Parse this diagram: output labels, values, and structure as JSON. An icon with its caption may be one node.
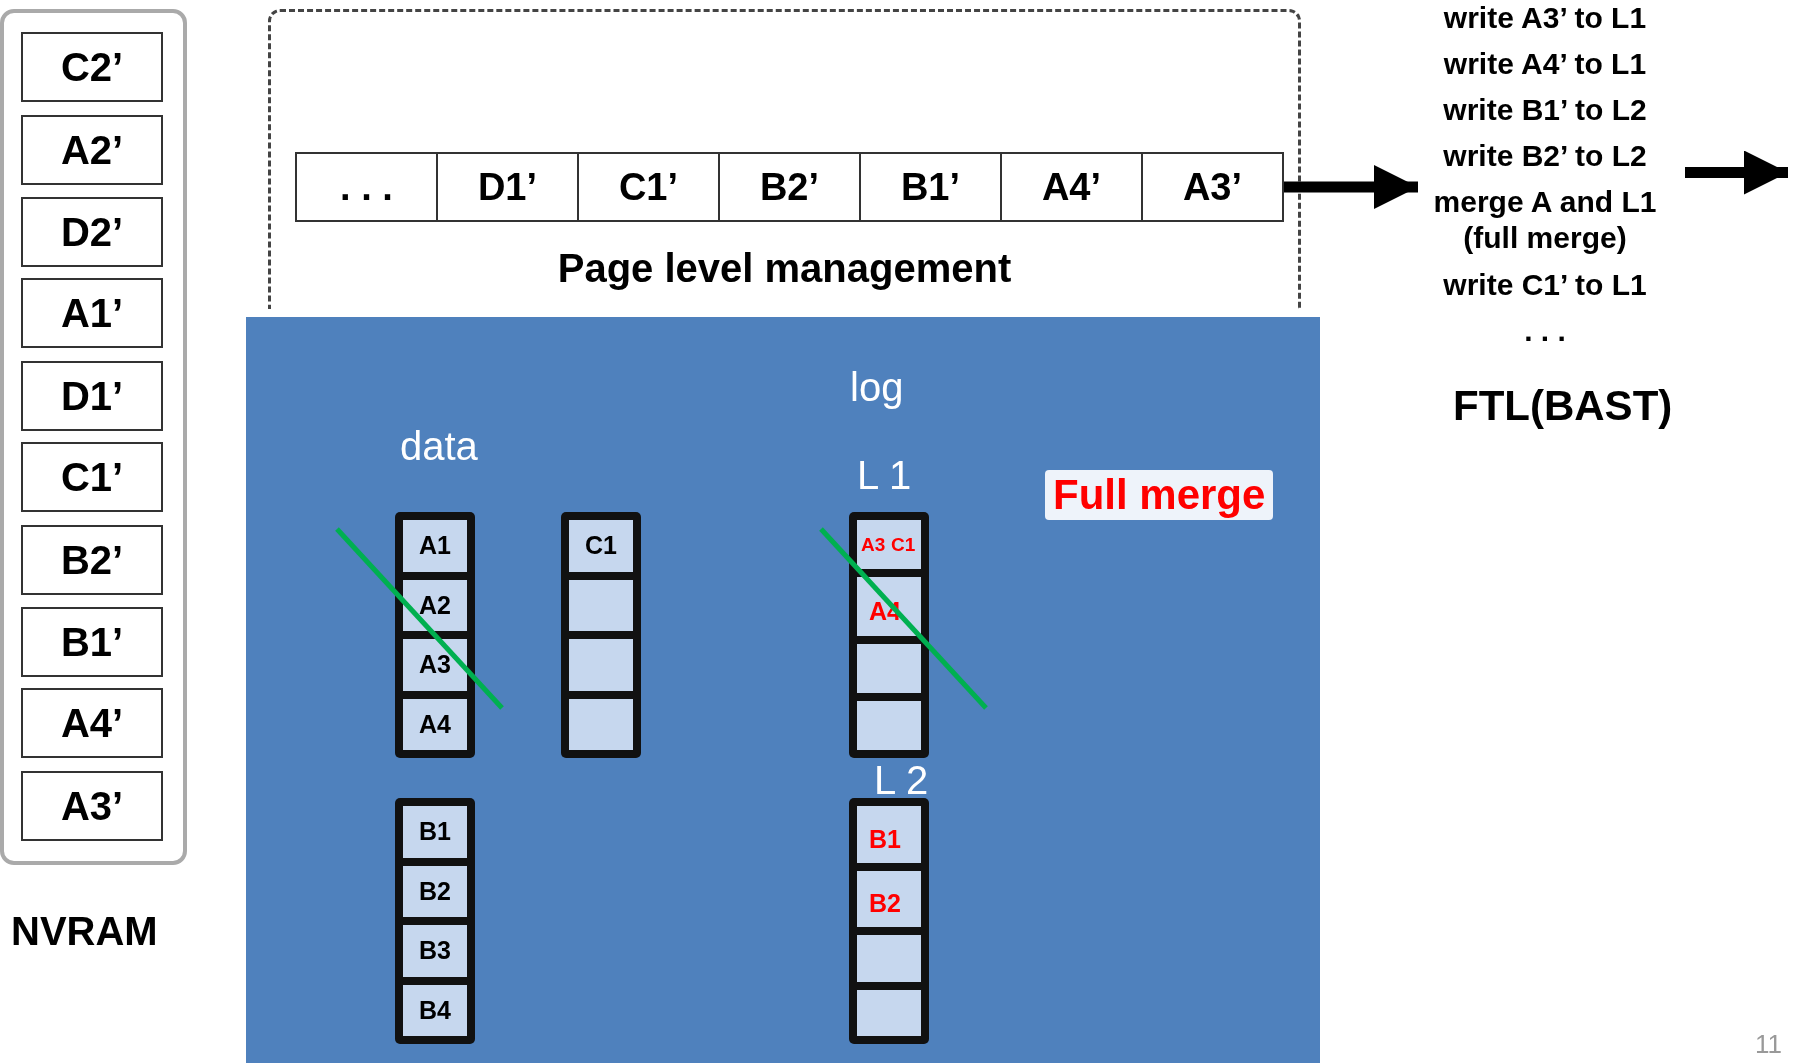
{
  "diagram": {
    "nodes": [
      {
        "text": [
          "NVRAM"
        ]
      },
      {
        "text": [
          "C2’"
        ],
        "in": 0
      },
      {
        "text": [
          "A2’"
        ],
        "in": 0
      },
      {
        "text": [
          "D2’"
        ],
        "in": 0
      },
      {
        "text": [
          "A1’"
        ],
        "in": 0
      },
      {
        "text": [
          "D1’"
        ],
        "in": 0
      },
      {
        "text": [
          "C1’"
        ],
        "in": 0
      },
      {
        "text": [
          "B2’"
        ],
        "in": 0
      },
      {
        "text": [
          "B1’"
        ],
        "in": 0
      },
      {
        "text": [
          "A4’"
        ],
        "in": 0
      },
      {
        "text": [
          "A3’"
        ],
        "in": 0
      },
      {
        "text": [
          "Page level management"
        ]
      },
      {
        "text": [
          ". . ."
        ],
        "in": 11
      },
      {
        "text": [
          "D1’"
        ],
        "in": 11
      },
      {
        "text": [
          "C1’"
        ],
        "in": 11
      },
      {
        "text": [
          "B2’"
        ],
        "in": 11
      },
      {
        "text": [
          "B1’"
        ],
        "in": 11
      },
      {
        "text": [
          "A4’"
        ],
        "in": 11
      },
      {
        "text": [
          "A3’"
        ],
        "in": 11
      },
      {
        "text": [
          "write A3’ to L1",
          "write A4’ to L1",
          "write B1’ to L2",
          "write B2’ to L2",
          "merge A and L1 (full merge)",
          "write C1’ to L1",
          ". . ."
        ]
      },
      {
        "text": [],
        "shape": "box"
      },
      {
        "text": [],
        "shape": "box",
        "in": 20
      },
      {
        "text": [
          "A1"
        ],
        "in": 21
      },
      {
        "text": [
          "A2"
        ],
        "in": 21
      },
      {
        "text": [
          "A3"
        ],
        "in": 21
      },
      {
        "text": [
          "A4"
        ],
        "in": 21
      },
      {
        "text": [],
        "shape": "box",
        "in": 20
      },
      {
        "text": [
          "C1"
        ],
        "in": 26
      },
      {
        "text": [],
        "shape": "box",
        "in": 26
      },
      {
        "text": [],
        "shape": "box",
        "in": 26
      },
      {
        "text": [],
        "shape": "box",
        "in": 26
      },
      {
        "text": [],
        "shape": "box",
        "in": 20
      },
      {
        "text": [
          "A3",
          "C1"
        ],
        "in": 31
      },
      {
        "text": [
          "A4"
        ],
        "in": 31
      },
      {
        "text": [],
        "shape": "box",
        "in": 31
      },
      {
        "text": [],
        "shape": "box",
        "in": 31
      },
      {
        "text": [],
        "shape": "box",
        "in": 20
      },
      {
        "text": [
          "B1"
        ],
        "in": 36
      },
      {
        "text": [
          "B2"
        ],
        "in": 36
      },
      {
        "text": [
          "B3"
        ],
        "in": 36
      },
      {
        "text": [
          "B4"
        ],
        "in": 36
      },
      {
        "text": [],
        "shape": "box",
        "in": 20
      },
      {
        "text": [
          "B1"
        ],
        "in": 41
      },
      {
        "text": [
          "B2"
        ],
        "in": 41
      },
      {
        "text": [],
        "shape": "box",
        "in": 41
      },
      {
        "text": [],
        "shape": "box",
        "in": 41
      }
    ],
    "edges": [
      {
        "from": 18,
        "to": 19,
        "arrow": "to"
      },
      {
        "from": 19,
        "to": null,
        "arrow": "to"
      }
    ],
    "labels": [
      "log",
      "FTL(BAST)",
      "data",
      "L 1",
      "Full merge",
      "L 2",
      "11"
    ]
  }
}
